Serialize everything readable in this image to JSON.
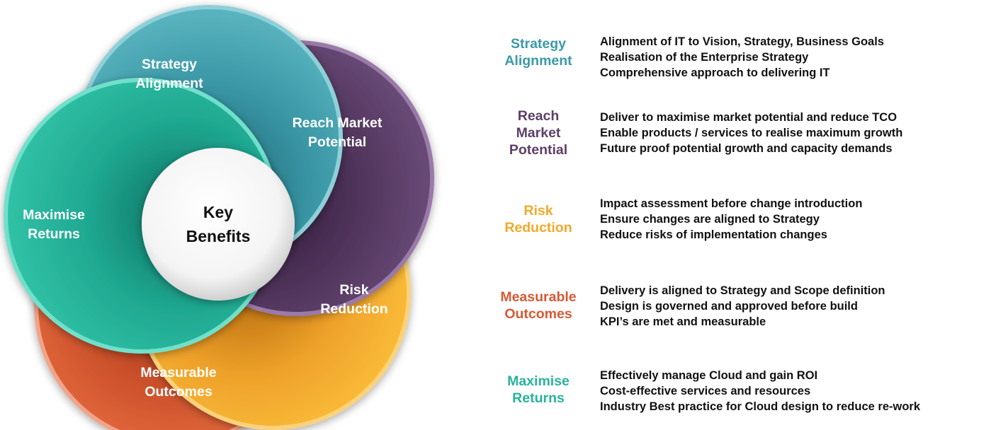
{
  "colors": {
    "strategy": "#3a9aa8",
    "reach": "#5d4068",
    "risk": "#f2a92c",
    "measurable": "#d65a34",
    "maximise": "#28b39a",
    "center": "#ffffff"
  },
  "center": {
    "line1": "Key",
    "line2": "Benefits"
  },
  "wheel": {
    "strategy": {
      "line1": "Strategy",
      "line2": "Alignment"
    },
    "reach": {
      "line1": "Reach Market",
      "line2": "Potential"
    },
    "risk": {
      "line1": "Risk",
      "line2": "Reduction"
    },
    "measurable": {
      "line1": "Measurable",
      "line2": "Outcomes"
    },
    "maximise": {
      "line1": "Maximise",
      "line2": "Returns"
    }
  },
  "benefits": [
    {
      "category": [
        "Strategy",
        "Alignment"
      ],
      "points": [
        "Alignment of IT to Vision, Strategy, Business Goals",
        "Realisation of the Enterprise Strategy",
        "Comprehensive approach to delivering IT"
      ]
    },
    {
      "category": [
        "Reach",
        "Market",
        "Potential"
      ],
      "points": [
        "Deliver to maximise market potential and reduce TCO",
        "Enable products / services to realise maximum growth",
        "Future proof potential growth and capacity demands"
      ]
    },
    {
      "category": [
        "Risk",
        "Reduction"
      ],
      "points": [
        "Impact assessment before change introduction",
        "Ensure changes are aligned to Strategy",
        "Reduce risks of implementation changes"
      ]
    },
    {
      "category": [
        "Measurable",
        "Outcomes"
      ],
      "points": [
        "Delivery is aligned to Strategy and Scope definition",
        "Design is governed and approved before build",
        "KPI’s are met and measurable"
      ]
    },
    {
      "category": [
        "Maximise",
        "Returns"
      ],
      "points": [
        "Effectively manage Cloud and gain ROI",
        "Cost-effective services and resources",
        "Industry Best practice for Cloud design to reduce re-work"
      ]
    }
  ]
}
